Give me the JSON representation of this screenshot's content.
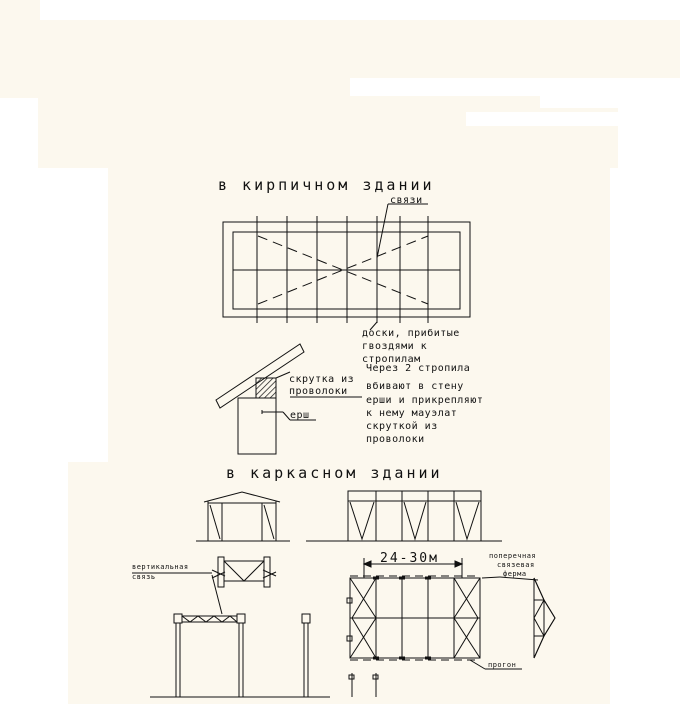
{
  "colors": {
    "paper": "#fcf8ee",
    "ink": "#111111",
    "white": "#ffffff"
  },
  "brick": {
    "title": "в кирпичном здании",
    "label_ties": "связи",
    "label_boards": [
      "доски, прибитые",
      "гвоздями к",
      "стропилам"
    ],
    "label_twist": [
      "скрутка из",
      "проволоки"
    ],
    "label_ruff": "ерш",
    "note": [
      "Через 2 стропила",
      "вбивают в стену",
      "ерши и прикрепляют",
      "к нему мауэлат",
      "скруткой из",
      "проволоки"
    ]
  },
  "frame": {
    "title": "в каркасном здании",
    "label_vertical": [
      "вертикальная",
      "связь"
    ],
    "dimension": "24-30м",
    "label_transverse": [
      "поперечная",
      "связевая",
      "ферма"
    ],
    "label_purlin": "прогон"
  }
}
